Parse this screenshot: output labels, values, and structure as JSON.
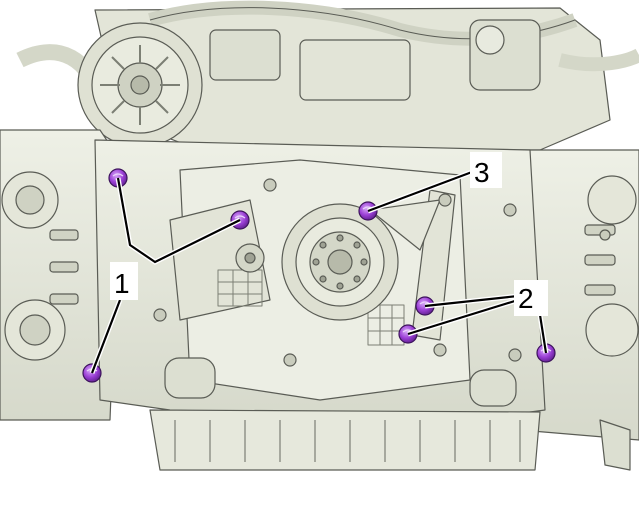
{
  "figure": {
    "callouts": [
      {
        "label": "1"
      },
      {
        "label": "2"
      },
      {
        "label": "3"
      }
    ]
  },
  "colors": {
    "engine_body": "#e6e8dc",
    "engine_shadow": "#c7cabb",
    "engine_outline": "#5a5c55",
    "fastener_highlight": "#9b3fd6",
    "fastener_outline": "#3d145c",
    "label_text": "#000000"
  },
  "icons": {
    "fastener": "bolt-icon"
  }
}
